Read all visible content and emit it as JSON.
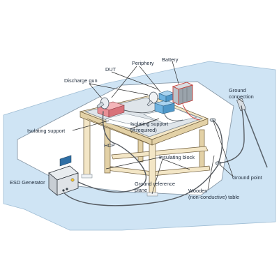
{
  "labels": {
    "battery": "Battery",
    "periphery": "Periphery",
    "dut": "DUT",
    "discharge_gun": "Discharge gun",
    "ground_connection": [
      "Ground",
      "connection"
    ],
    "isolating_support_left": "Isolating support",
    "isolating_support_right": [
      "Isolating support",
      "(if required)"
    ],
    "hcp": "HCP",
    "insulating_block": "Insulating block",
    "esd_generator": "ESD Generator",
    "ground_point": "Ground point",
    "ground_reference_plane": [
      "Ground reference",
      "plane"
    ],
    "wooden_table": [
      "Wooden",
      "(non-conductive) table"
    ]
  },
  "colors": {
    "floor_region": "#cfe4f4",
    "ground_plane": "#ffffff",
    "table_wood": "#f3e6c6",
    "dut": "#e88f95",
    "periphery": "#6fb3e0",
    "battery_frame": "#c73b35",
    "label_text": "#1e2a3a"
  }
}
